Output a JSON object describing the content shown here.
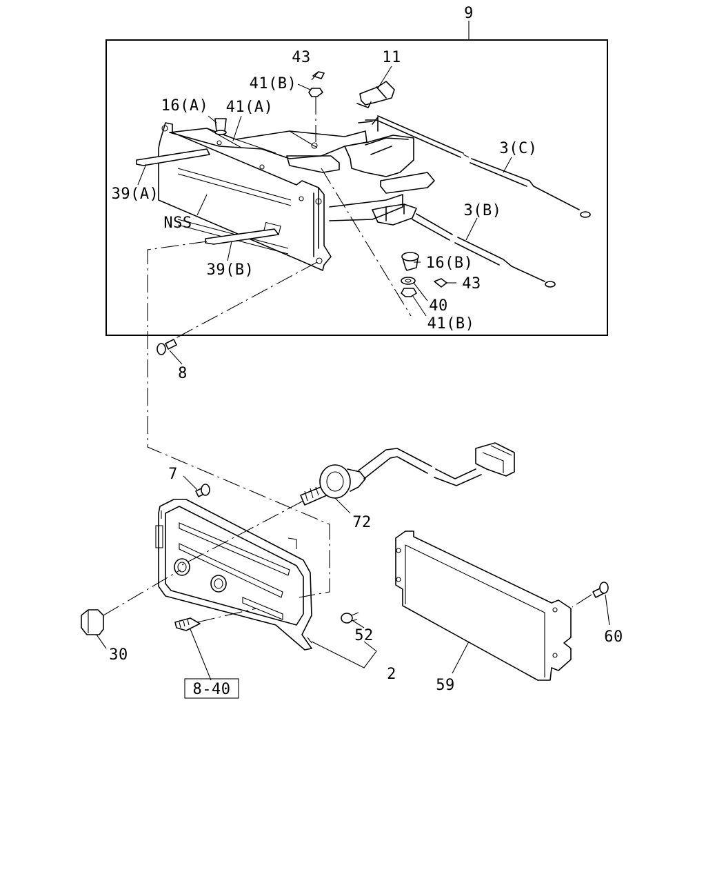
{
  "diagram": {
    "part_labels": {
      "p9": "9",
      "p43_top": "43",
      "p11": "11",
      "p41b_top": "41(B)",
      "p16a": "16(A)",
      "p41a": "41(A)",
      "p3c": "3(C)",
      "p39a": "39(A)",
      "nss": "NSS",
      "p3b": "3(B)",
      "p16b": "16(B)",
      "p43_right": "43",
      "p39b": "39(B)",
      "p40": "40",
      "p41b_bottom": "41(B)",
      "p8": "8",
      "p7": "7",
      "p72": "72",
      "p52": "52",
      "p30": "30",
      "p60": "60",
      "p2": "2",
      "p59": "59",
      "ref_8_40": "8-40"
    }
  }
}
